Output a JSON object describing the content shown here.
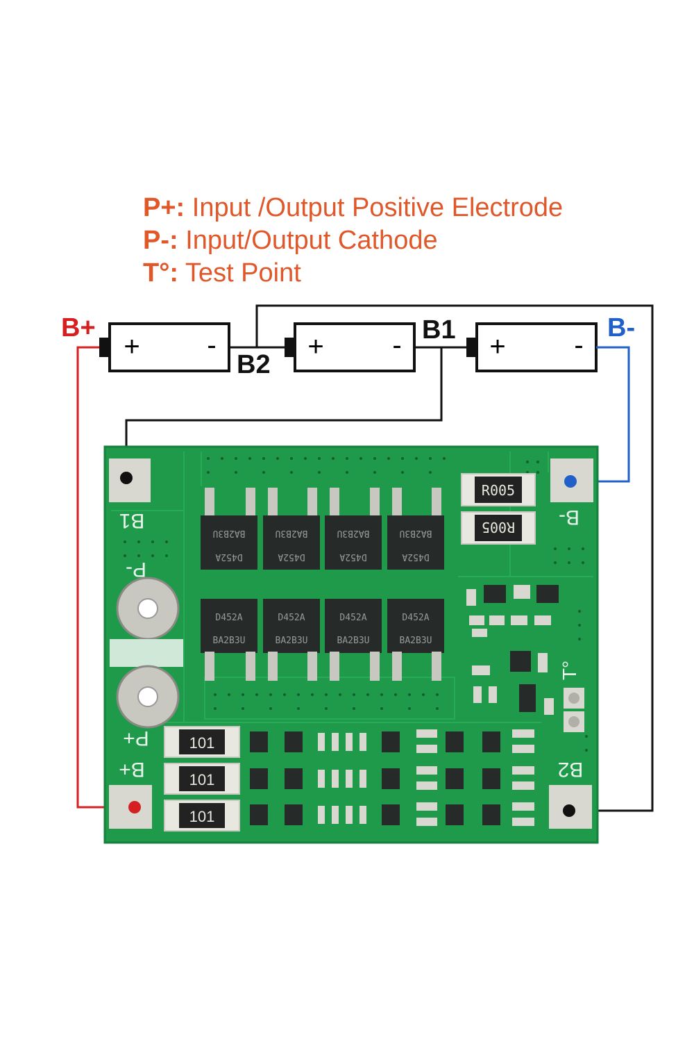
{
  "legend": {
    "lines": [
      {
        "key": "P+:",
        "text": " Input /Output Positive Electrode"
      },
      {
        "key": "P-:",
        "text": " Input/Output Cathode"
      },
      {
        "key": "T°:",
        "text": " Test Point"
      }
    ]
  },
  "labels": {
    "b_plus": "B+",
    "b_minus": "B-",
    "b1": "B1",
    "b2": "B2"
  },
  "cells": {
    "plus": "+",
    "minus": "-"
  },
  "board": {
    "silk_b1": "B1",
    "silk_b_minus": "B-",
    "silk_p_minus": "P-",
    "silk_p_plus": "P+",
    "silk_b_plus": "B+",
    "silk_b2": "B2",
    "silk_t": "T°",
    "shunt_top": "R005",
    "shunt_bottom": "R005",
    "resistor_label": "101",
    "mosfet_top_code": "BA2B3U",
    "mosfet_top_part": "D452A",
    "mosfet_bottom_part": "D452A",
    "mosfet_bottom_code": "BA2B3U"
  },
  "colors": {
    "legend_text": "#e0582a",
    "b_plus_label": "#d42020",
    "b_plus_wire": "#d42020",
    "b_minus_label": "#2060c8",
    "b_minus_wire": "#2060c8",
    "wire_black": "#111111",
    "pcb": "#1f9a4a"
  }
}
